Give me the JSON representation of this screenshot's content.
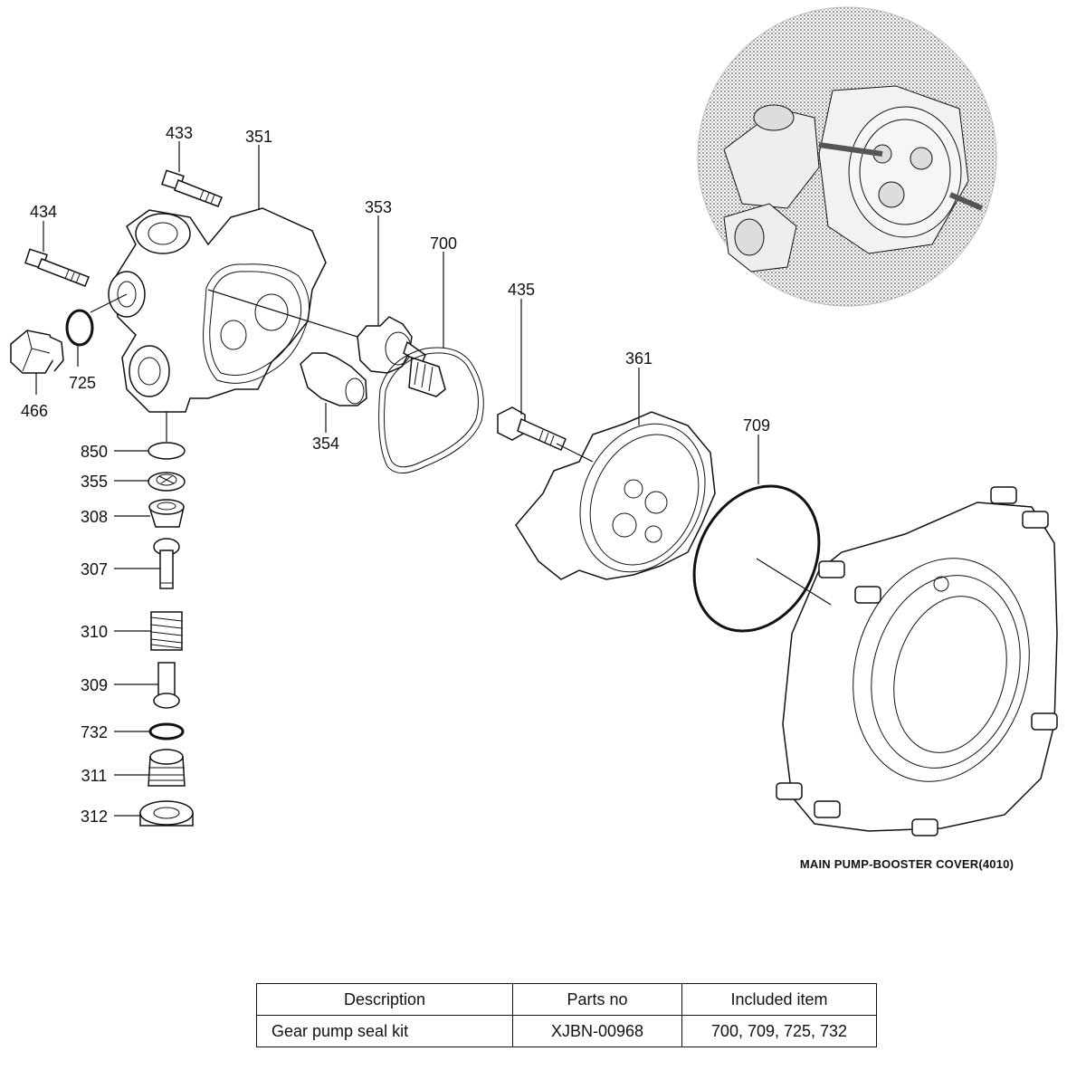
{
  "labels": {
    "p433": "433",
    "p351": "351",
    "p434": "434",
    "p353": "353",
    "p700": "700",
    "p435": "435",
    "p466": "466",
    "p725": "725",
    "p361": "361",
    "p709": "709",
    "p354": "354",
    "p850": "850",
    "p355": "355",
    "p308": "308",
    "p307": "307",
    "p310": "310",
    "p309": "309",
    "p732": "732",
    "p311": "311",
    "p312": "312"
  },
  "caption": "MAIN PUMP-BOOSTER COVER(4010)",
  "table": {
    "headers": [
      "Description",
      "Parts no",
      "Included item"
    ],
    "rows": [
      [
        "Gear pump seal kit",
        "XJBN-00968",
        "700, 709, 725, 732"
      ]
    ]
  }
}
